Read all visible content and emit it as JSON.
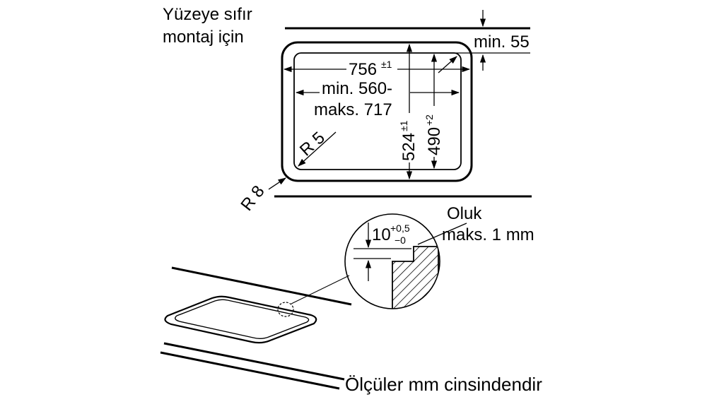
{
  "surface_label": {
    "line1": "Yüzeye sıfır",
    "line2": "montaj için"
  },
  "dimensions": {
    "min_edge": "min. 55",
    "width_value": "756",
    "width_tol": "±1",
    "cutout_range_line1": "min. 560-",
    "cutout_range_line2": "maks. 717",
    "radius_inner": "R 5",
    "radius_outer": "R 8",
    "depth_outer_value": "524",
    "depth_outer_tol": "±1",
    "depth_inner_value": "490",
    "depth_inner_tol": "+2",
    "step_value": "10",
    "step_tol_upper": "+0,5",
    "step_tol_lower": "−0"
  },
  "detail": {
    "groove_line1": "Oluk",
    "groove_line2": "maks. 1 mm"
  },
  "footer_note": "Ölçüler mm cinsindendir",
  "colors": {
    "line": "#000000",
    "background": "#ffffff"
  }
}
